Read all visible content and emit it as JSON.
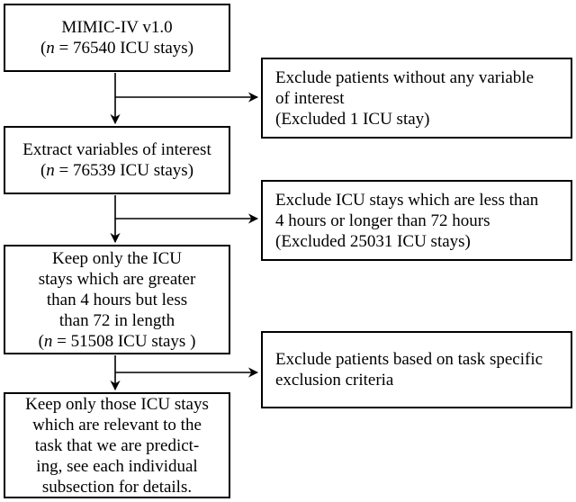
{
  "main_boxes": [
    {
      "name": "mimic-source",
      "lines": [
        "MIMIC-IV v1.0"
      ],
      "count": {
        "var": "n",
        "op": "=",
        "value": "76540",
        "suffix": "ICU stays)"
      }
    },
    {
      "name": "extract-variables",
      "lines": [
        "Extract variables of interest"
      ],
      "count": {
        "var": "n",
        "op": "=",
        "value": "76539",
        "suffix": "ICU stays)"
      }
    },
    {
      "name": "keep-4-72-hours",
      "lines": [
        "Keep only the ICU",
        "stays which are greater",
        "than 4 hours but less",
        "than 72 in length"
      ],
      "count": {
        "var": "n",
        "op": "=",
        "value": "51508",
        "suffix": "ICU stays )"
      }
    },
    {
      "name": "keep-task-relevant",
      "lines": [
        "Keep only those ICU stays",
        "which are relevant to the",
        "task that we are predict-",
        "ing, see each individual",
        "subsection for details."
      ]
    }
  ],
  "exclusion_boxes": [
    {
      "name": "exclude-no-variable",
      "lines": [
        "Exclude patients without any variable",
        "of interest",
        "(Excluded 1 ICU stay)"
      ]
    },
    {
      "name": "exclude-duration",
      "lines": [
        "Exclude ICU stays which are less than",
        "4 hours or longer than 72 hours",
        "(Excluded 25031 ICU stays)"
      ]
    },
    {
      "name": "exclude-task-specific",
      "lines": [
        "Exclude patients based on task specific",
        "exclusion criteria"
      ]
    }
  ]
}
